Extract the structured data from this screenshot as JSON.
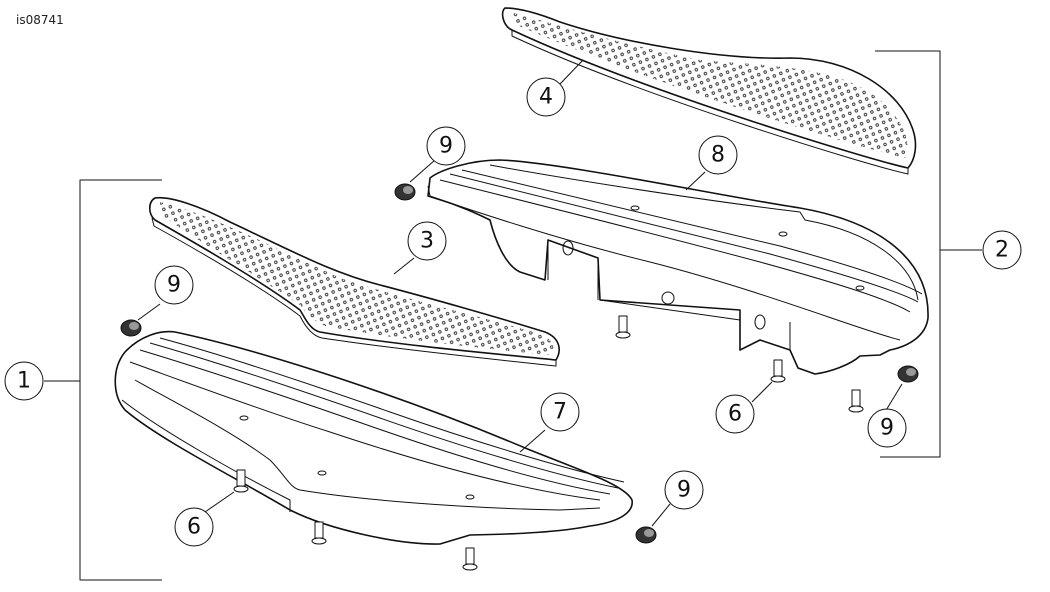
{
  "document_id": "is08741",
  "callouts": [
    {
      "label": "1"
    },
    {
      "label": "2"
    },
    {
      "label": "3"
    },
    {
      "label": "4"
    },
    {
      "label": "6"
    },
    {
      "label": "6"
    },
    {
      "label": "7"
    },
    {
      "label": "8"
    },
    {
      "label": "9"
    },
    {
      "label": "9"
    },
    {
      "label": "9"
    },
    {
      "label": "9"
    }
  ]
}
